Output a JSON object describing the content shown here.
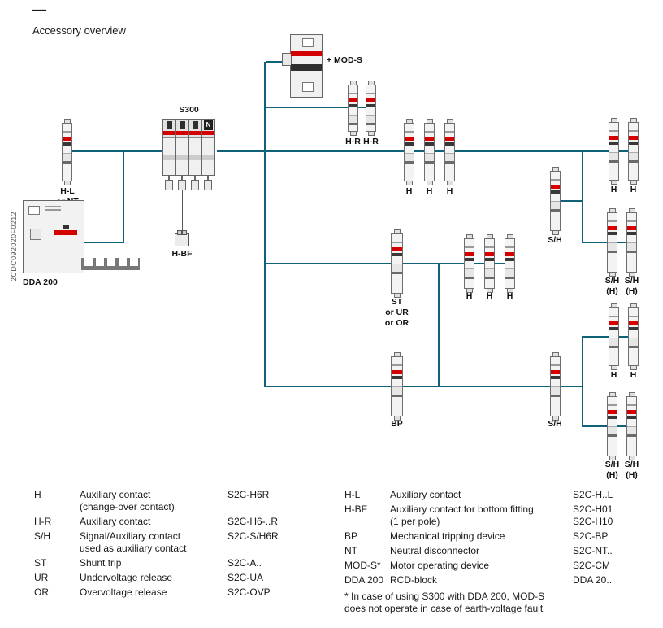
{
  "page": {
    "dash": "—",
    "title": "Accessory overview",
    "side_code": "2CDC092020F0212"
  },
  "colors": {
    "connector_line": "#0e6179",
    "accent_red": "#d40000"
  },
  "diagram": {
    "labels": {
      "hl": "H-L\nor NT",
      "s300": "S300",
      "n_badge": "N",
      "dda200": "DDA 200",
      "hbf": "H-BF",
      "mods": "+ MOD-S",
      "hr": "H-R",
      "h": "H",
      "sh": "S/H",
      "shh": "S/H\n(H)",
      "st": "ST\nor UR\nor OR",
      "bp": "BP"
    }
  },
  "legend": {
    "left": [
      {
        "abbr": "H",
        "desc": "Auxiliary contact\n(change-over contact)",
        "code": "S2C-H6R"
      },
      {
        "abbr": "H-R",
        "desc": "Auxiliary contact",
        "code": "S2C-H6-..R"
      },
      {
        "abbr": "S/H",
        "desc": "Signal/Auxiliary contact\nused as auxiliary contact",
        "code": "S2C-S/H6R"
      },
      {
        "abbr": "ST",
        "desc": "Shunt trip",
        "code": "S2C-A.."
      },
      {
        "abbr": "UR",
        "desc": "Undervoltage release",
        "code": "S2C-UA"
      },
      {
        "abbr": "OR",
        "desc": "Overvoltage release",
        "code": "S2C-OVP"
      }
    ],
    "right": [
      {
        "abbr": "H-L",
        "desc": "Auxiliary contact",
        "code": "S2C-H..L"
      },
      {
        "abbr": "H-BF",
        "desc": "Auxiliary contact for bottom fitting\n(1 per pole)",
        "code": "S2C-H01\nS2C-H10"
      },
      {
        "abbr": "BP",
        "desc": "Mechanical tripping device",
        "code": "S2C-BP"
      },
      {
        "abbr": "NT",
        "desc": "Neutral disconnector",
        "code": "S2C-NT.."
      },
      {
        "abbr": "MOD-S*",
        "desc": "Motor operating device",
        "code": "S2C-CM"
      },
      {
        "abbr": "DDA 200",
        "desc": "RCD-block",
        "code": "DDA 20.."
      }
    ],
    "footnote": "* In case of using S300 with DDA 200, MOD-S\ndoes not operate in case of earth-voltage fault"
  }
}
